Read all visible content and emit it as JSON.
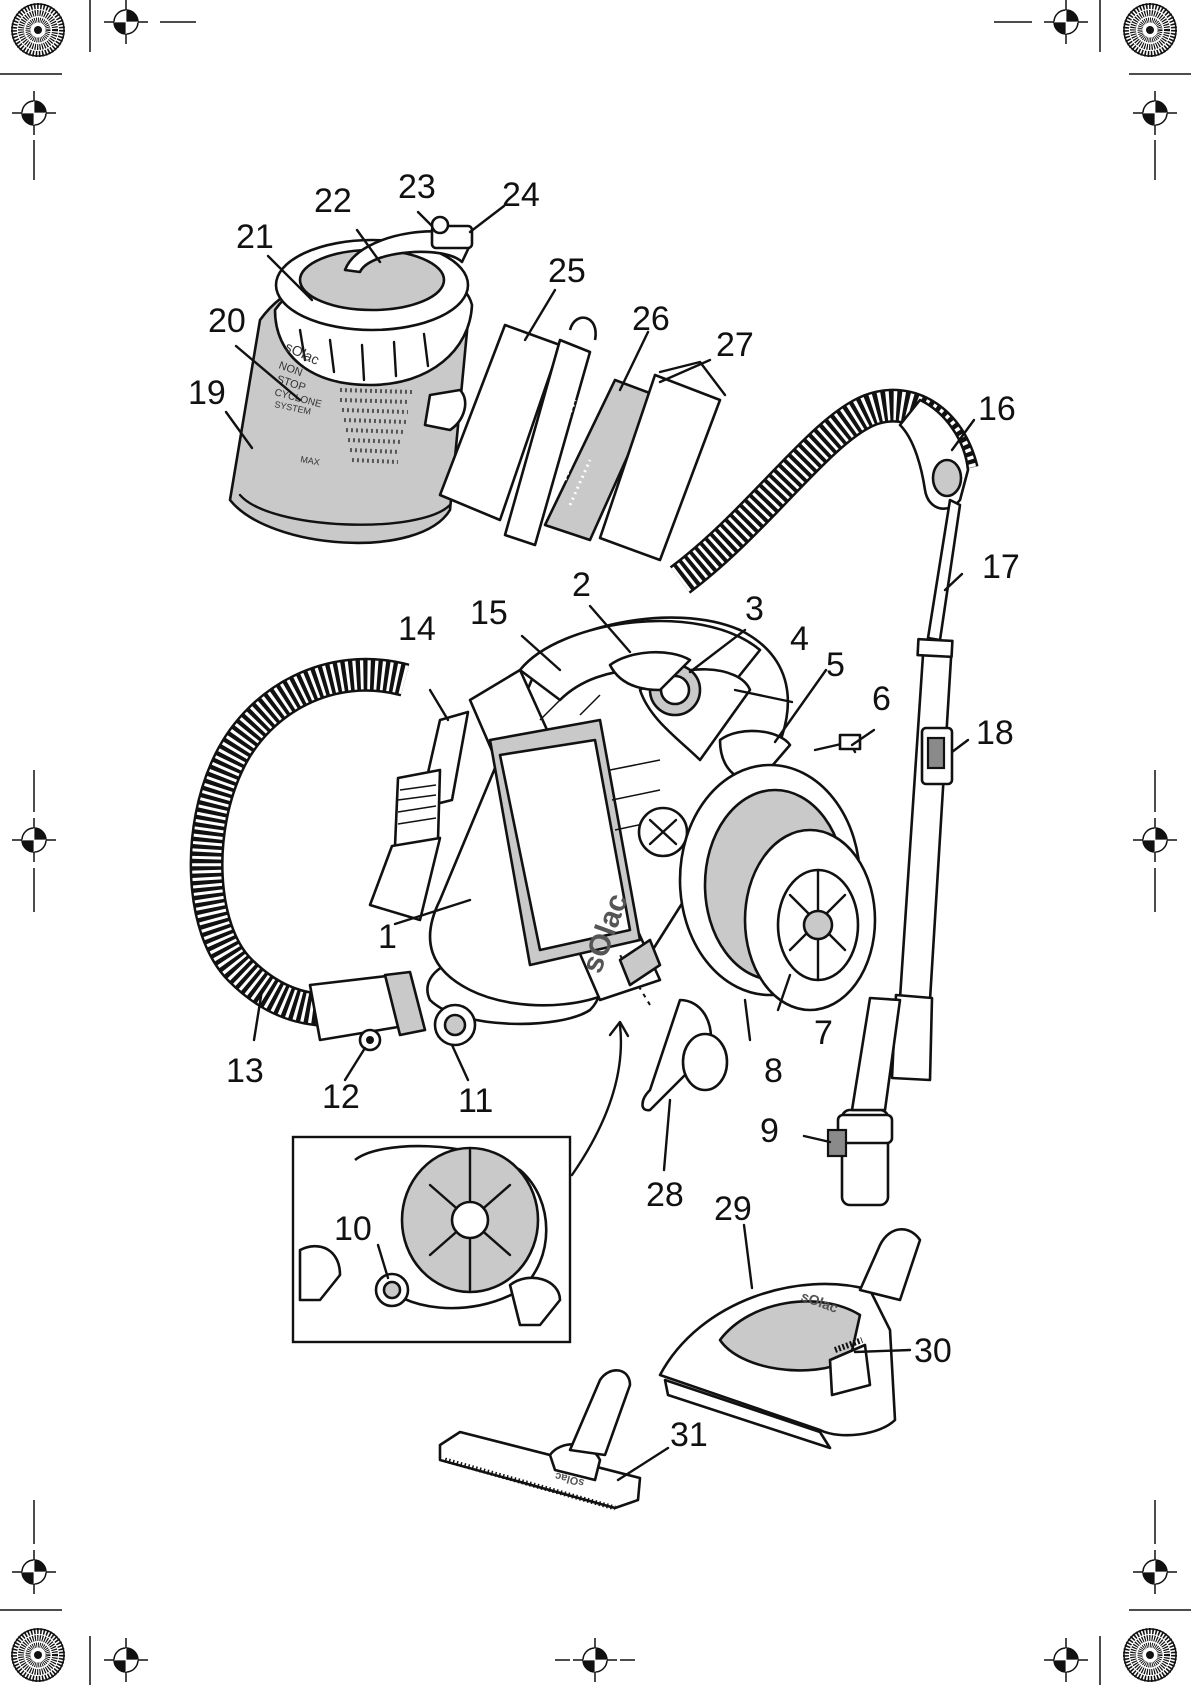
{
  "callouts": [
    "1",
    "2",
    "3",
    "4",
    "5",
    "6",
    "7",
    "8",
    "9",
    "10",
    "11",
    "12",
    "13",
    "14",
    "15",
    "16",
    "17",
    "18",
    "19",
    "20",
    "21",
    "22",
    "23",
    "24",
    "25",
    "26",
    "27",
    "28",
    "29",
    "30",
    "31"
  ],
  "brand": "sOlac",
  "canister_markings": [
    "sOlac",
    "NON",
    "STOP",
    "CYCLONE",
    "SYSTEM"
  ],
  "bin_max_label": "MAX"
}
